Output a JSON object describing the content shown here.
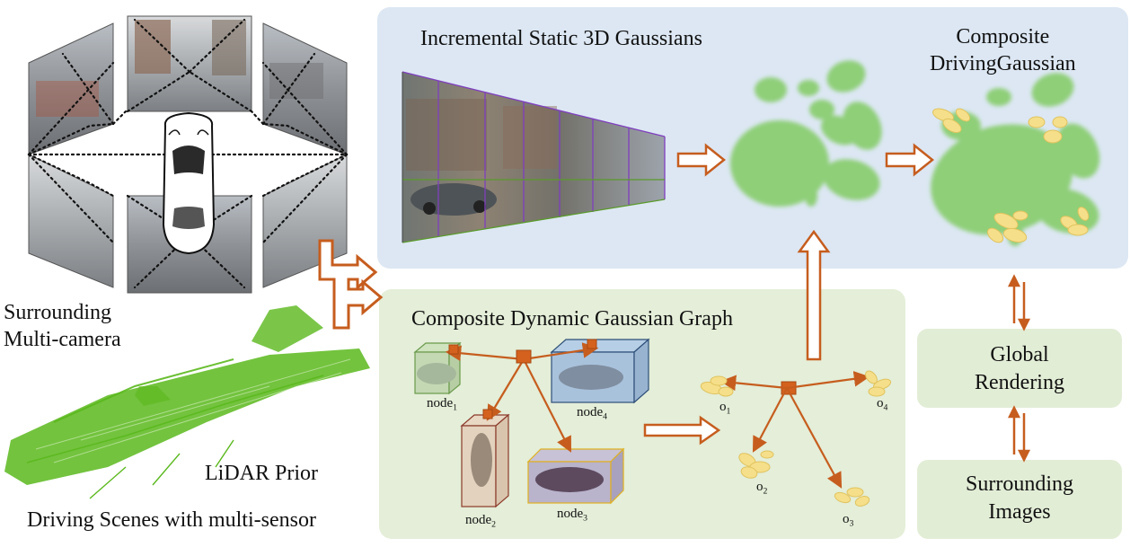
{
  "static_section": {
    "title": "Incremental Static 3D Gaussians"
  },
  "composite_section": {
    "title_line1": "Composite",
    "title_line2": "DrivingGaussian"
  },
  "graph_section": {
    "title": "Composite Dynamic Gaussian Graph",
    "nodes": [
      {
        "base": "node",
        "sub": "1"
      },
      {
        "base": "node",
        "sub": "2"
      },
      {
        "base": "node",
        "sub": "3"
      },
      {
        "base": "node",
        "sub": "4"
      }
    ],
    "objects": [
      {
        "base": "o",
        "sub": "1"
      },
      {
        "base": "o",
        "sub": "2"
      },
      {
        "base": "o",
        "sub": "3"
      },
      {
        "base": "o",
        "sub": "4"
      }
    ]
  },
  "inputs": {
    "camera_line1": "Surrounding",
    "camera_line2": "Multi-camera",
    "lidar": "LiDAR Prior",
    "caption": "Driving Scenes with multi-sensor"
  },
  "global_rendering": {
    "line1": "Global",
    "line2": "Rendering"
  },
  "surrounding_images": {
    "line1": "Surrounding",
    "line2": "Images"
  },
  "colors": {
    "static_panel_bg": "#dce7f3",
    "graph_panel_bg": "#e4eed8",
    "box_bg": "#e2edd6",
    "arrow": "#c65d1e",
    "gaussian_green": "#8fcf78",
    "gaussian_yellow": "#f6df8a",
    "lidar_green": "#5ab81c"
  }
}
